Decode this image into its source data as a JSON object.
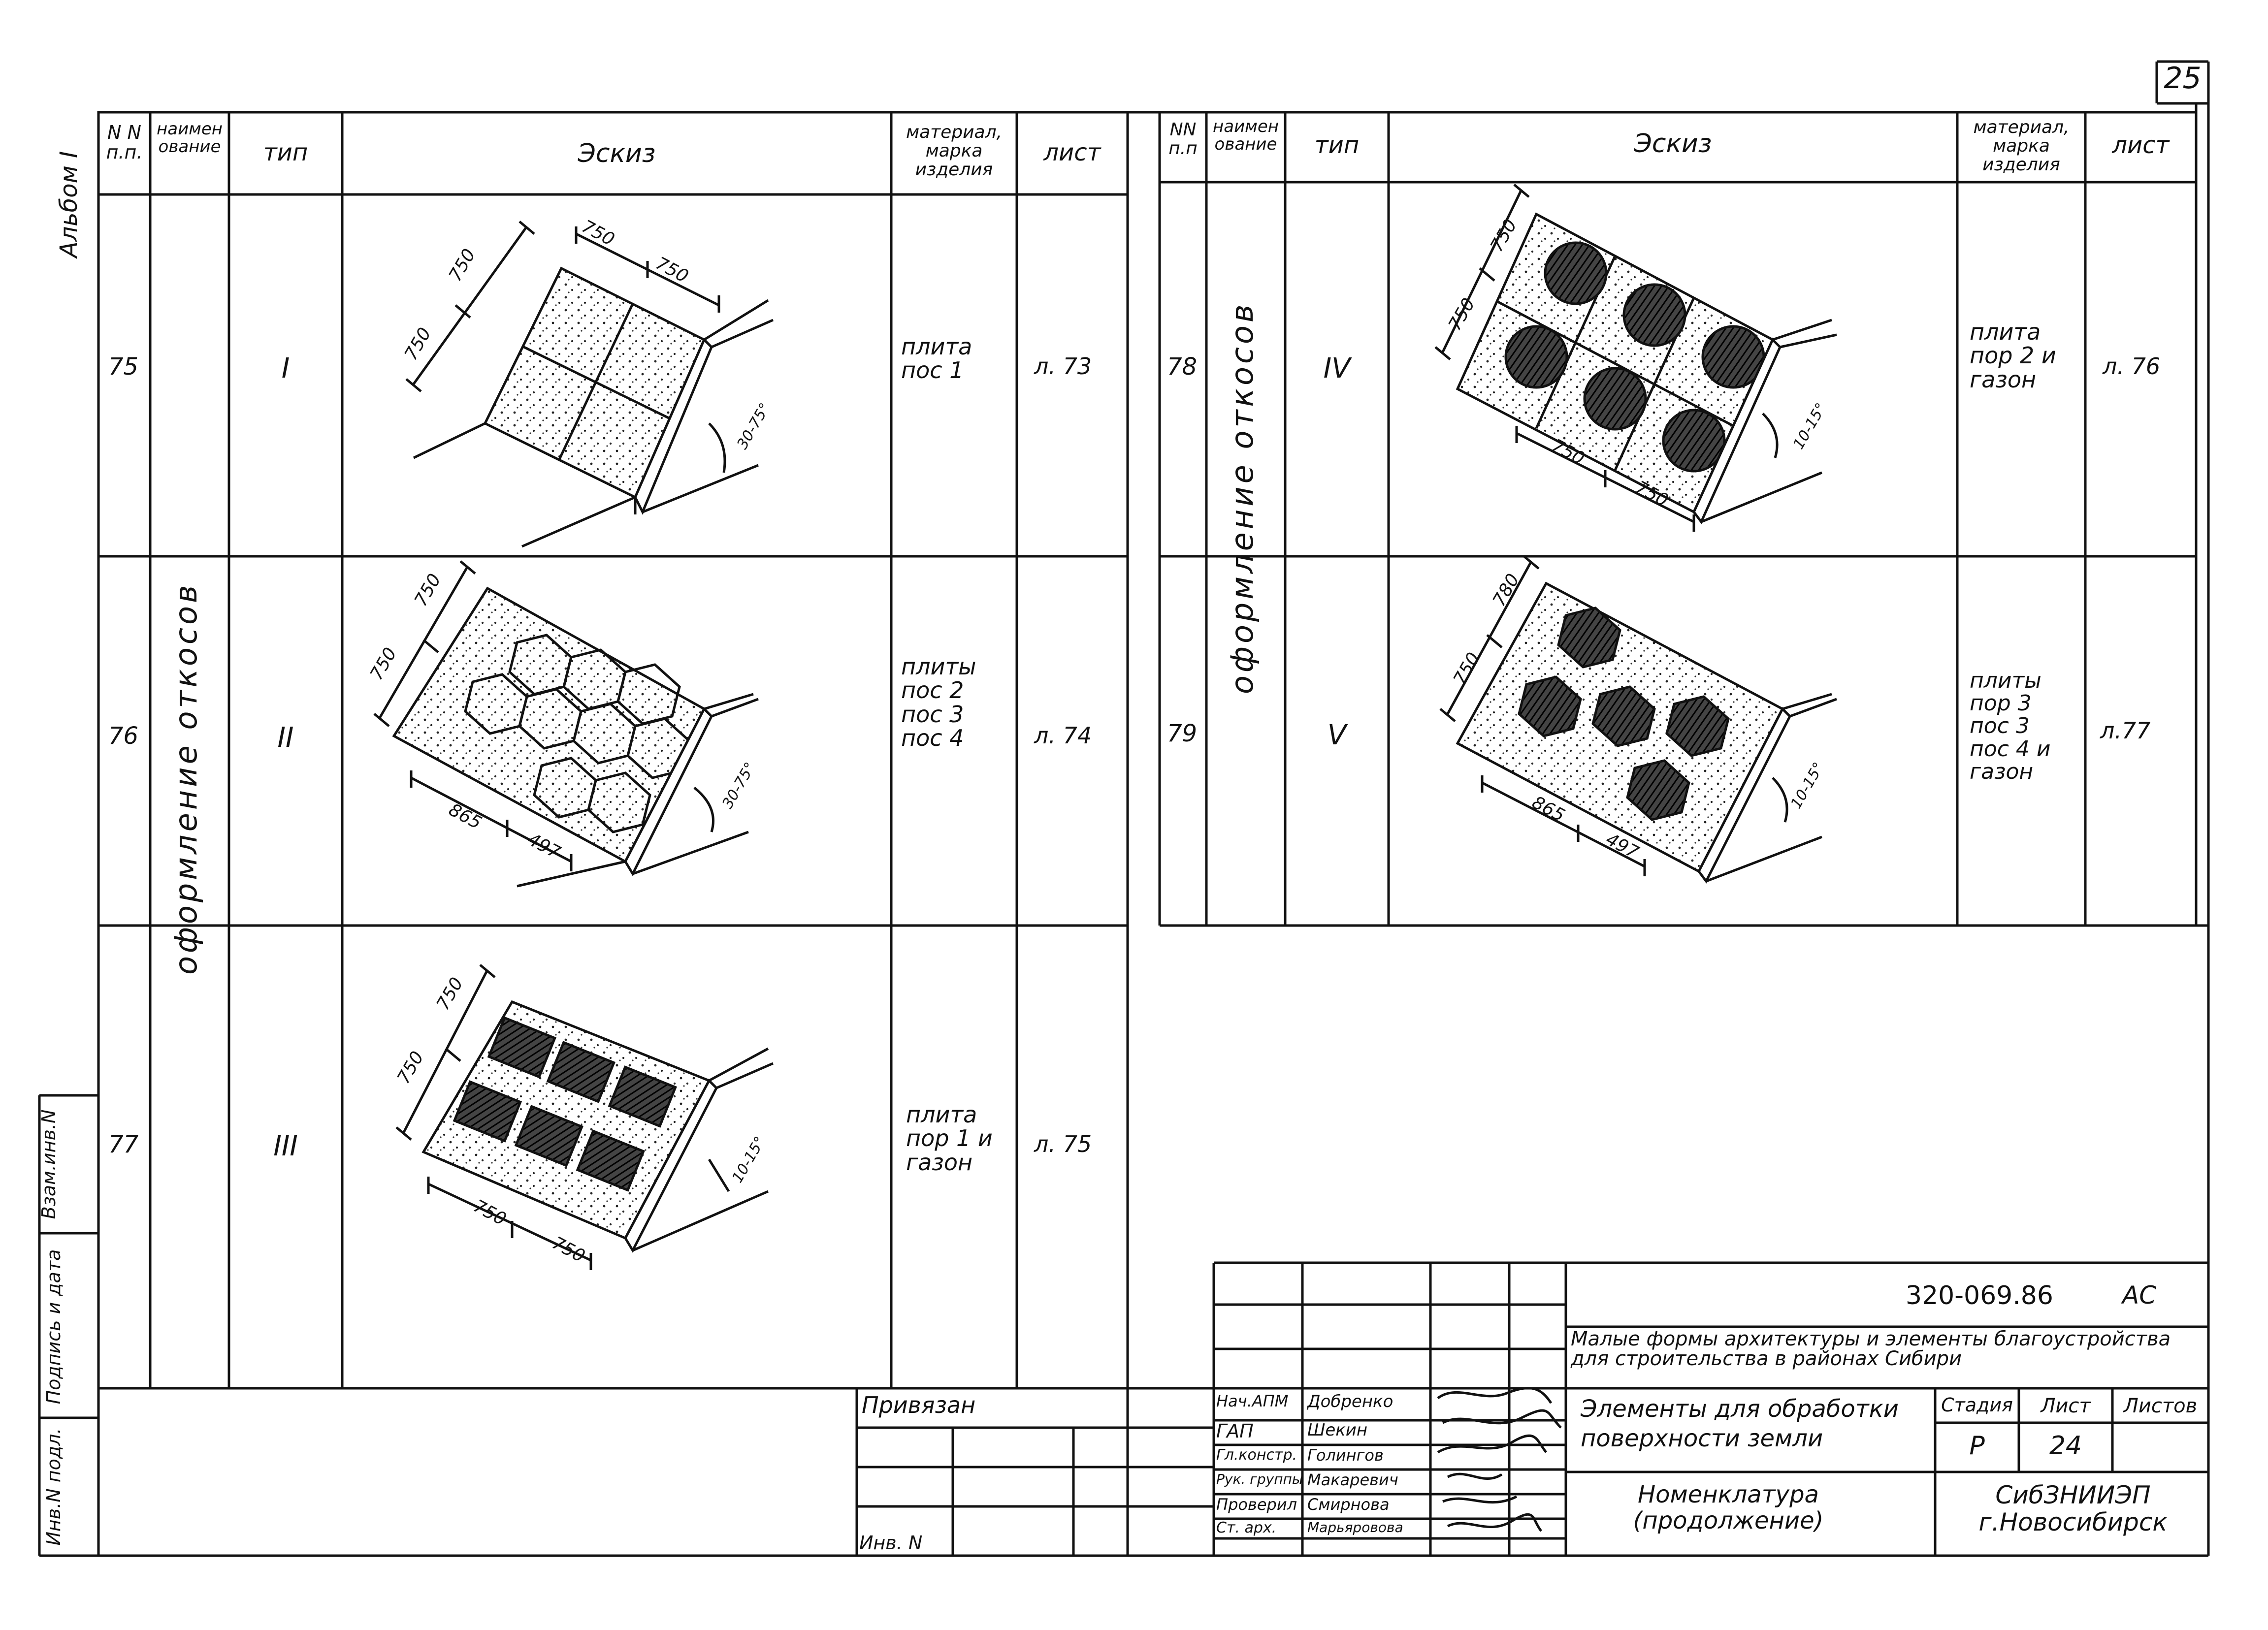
{
  "sheet_number": "25",
  "album_label": "Альбом I",
  "left_table": {
    "headers": {
      "num": "N N п.п.",
      "name": "наименование",
      "type": "тип",
      "sketch": "Эскиз",
      "material": "материал, марка изделия",
      "sheet": "лист"
    },
    "group_label": "оформление откосов",
    "rows": [
      {
        "num": "75",
        "type": "I",
        "material": "плита пос 1",
        "sheet": "л. 73",
        "dims": [
          "750",
          "750",
          "750",
          "750"
        ],
        "angle": "30-75°"
      },
      {
        "num": "76",
        "type": "II",
        "material": "плиты пос 2 пос 3 пос 4",
        "sheet": "л. 74",
        "dims": [
          "750",
          "750",
          "865",
          "497"
        ],
        "angle": "30-75°"
      },
      {
        "num": "77",
        "type": "III",
        "material": "плита пор 1 и газон",
        "sheet": "л. 75",
        "dims": [
          "750",
          "750",
          "750",
          "750"
        ],
        "angle": "10-15°"
      }
    ]
  },
  "right_table": {
    "headers": {
      "num": "NN п.п",
      "name": "наименование",
      "type": "тип",
      "sketch": "Эскиз",
      "material": "материал, марка изделия",
      "sheet": "лист"
    },
    "group_label": "оформление откосов",
    "rows": [
      {
        "num": "78",
        "type": "IV",
        "material": "плита пор 2 и газон",
        "sheet": "л. 76",
        "dims": [
          "750",
          "750",
          "750",
          "750"
        ],
        "angle": "10-15°"
      },
      {
        "num": "79",
        "type": "V",
        "material": "плиты пор 3 пос 3 пос 4 и газон",
        "sheet": "л.77",
        "dims": [
          "750",
          "780",
          "865",
          "497"
        ],
        "angle": "10-15°"
      }
    ]
  },
  "side_stamp": {
    "inv_orig": "Инв.N подл.",
    "sign_date": "Подпись и дата",
    "replace_inv": "Взам.инв.N"
  },
  "binding": {
    "label": "Привязан",
    "inv": "Инв. N"
  },
  "title_block": {
    "doc_code": "320-069.86",
    "doc_suffix": "АС",
    "project_title": "Малые формы архитектуры и элементы благоустройства для строительства в районах Сибири",
    "sheet_title": "Элементы для обработки поверхности земли",
    "drawing_name": "Номенклатура (продолжение)",
    "stage_header": "Стадия",
    "sheet_header": "Лист",
    "sheets_header": "Листов",
    "stage": "Р",
    "sheet": "24",
    "organization": "СибЗНИИЭП г.Новосибирск",
    "staff": [
      {
        "role": "Нач.АПМ",
        "name": "Добренко"
      },
      {
        "role": "ГАП",
        "name": "Шекин"
      },
      {
        "role": "Гл.констр.",
        "name": "Голингов"
      },
      {
        "role": "Рук. группы",
        "name": "Макаревич"
      },
      {
        "role": "Проверил",
        "name": "Смирнова"
      },
      {
        "role": "Ст. арх.",
        "name": "Марьяровова"
      }
    ]
  }
}
